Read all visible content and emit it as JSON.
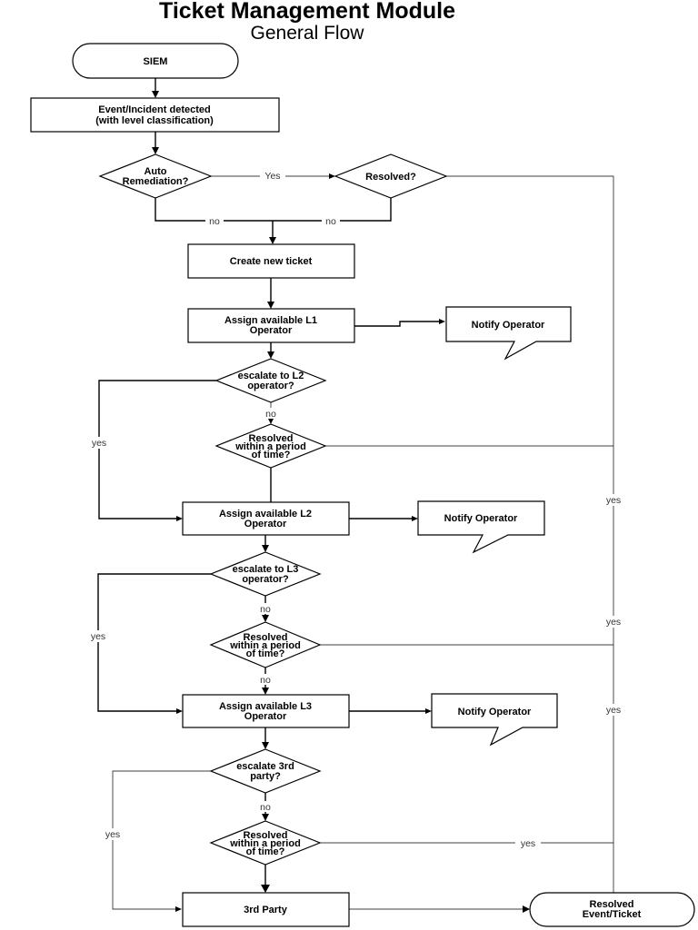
{
  "title": "Ticket Management Module",
  "subtitle": "General Flow",
  "nodes": {
    "siem": "SIEM",
    "event_line1": "Event/Incident detected",
    "event_line2": "(with level classification)",
    "auto_rem_line1": "Auto",
    "auto_rem_line2": "Remediation?",
    "resolved_q": "Resolved?",
    "create_ticket": "Create new ticket",
    "assign_l1_line1": "Assign available L1",
    "assign_l1_line2": "Operator",
    "notify_1": "Notify Operator",
    "esc_l2_line1": "escalate to L2",
    "esc_l2_line2": "operator?",
    "res1_line1": "Resolved",
    "res1_line2": "within a period",
    "res1_line3": "of time?",
    "assign_l2_line1": "Assign available L2",
    "assign_l2_line2": "Operator",
    "notify_2": "Notify Operator",
    "esc_l3_line1": "escalate to L3",
    "esc_l3_line2": "operator?",
    "res2_line1": "Resolved",
    "res2_line2": "within a period",
    "res2_line3": "of time?",
    "assign_l3_line1": "Assign available L3",
    "assign_l3_line2": "Operator",
    "notify_3": "Notify Operator",
    "esc_3rd_line1": "escalate 3rd",
    "esc_3rd_line2": "party?",
    "res3_line1": "Resolved",
    "res3_line2": "within a period",
    "res3_line3": "of time?",
    "third_party": "3rd Party",
    "resolved_end_line1": "Resolved",
    "resolved_end_line2": "Event/Ticket"
  },
  "edges": {
    "yes_auto": "Yes",
    "no_auto": "no",
    "no_resolved": "no",
    "no_esc_l2": "no",
    "yes_esc_l2": "yes",
    "yes_right_1": "yes",
    "no_esc_l3": "no",
    "no_res2": "no",
    "yes_esc_l3": "yes",
    "yes_right_2": "yes",
    "yes_right_3": "yes",
    "no_esc_3rd": "no",
    "yes_esc_3rd": "yes",
    "yes_res3": "yes"
  }
}
